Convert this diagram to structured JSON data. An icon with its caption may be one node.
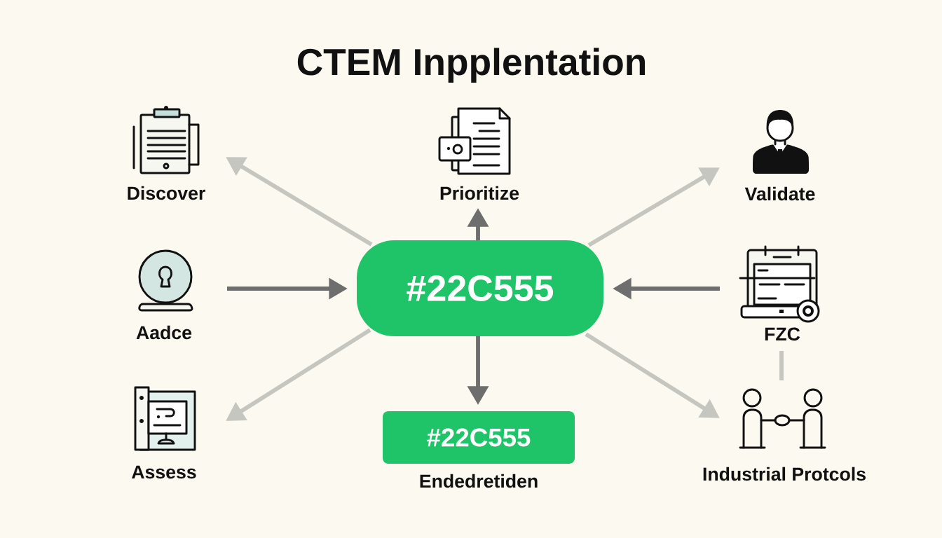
{
  "diagram": {
    "title": "CTEM Inpplentation",
    "nodes": [
      {
        "text": [
          "Discover"
        ]
      },
      {
        "text": [
          "Prioritize"
        ]
      },
      {
        "text": [
          "Validate"
        ]
      },
      {
        "text": [
          "Aadce"
        ]
      },
      {
        "text": [
          "#22C555"
        ]
      },
      {
        "text": [
          "FZC"
        ]
      },
      {
        "text": [
          "Assess"
        ]
      },
      {
        "text": [
          "#22C555"
        ],
        "beside": [
          "Endedretiden"
        ]
      },
      {
        "text": [
          "Industrial Protcols"
        ]
      }
    ],
    "edges": [
      {
        "from": 4,
        "to": 0,
        "arrow": "to"
      },
      {
        "from": 4,
        "to": 1,
        "arrow": "to",
        "color": "#6e6e6e"
      },
      {
        "from": 4,
        "to": 2,
        "arrow": "to"
      },
      {
        "from": 3,
        "to": 4,
        "arrow": "to",
        "color": "#6e6e6e"
      },
      {
        "from": 5,
        "to": 4,
        "arrow": "to",
        "color": "#6e6e6e"
      },
      {
        "from": 4,
        "to": 6,
        "arrow": "to"
      },
      {
        "from": 4,
        "to": 7,
        "arrow": "to",
        "color": "#6e6e6e"
      },
      {
        "from": 4,
        "to": 8,
        "arrow": "to"
      },
      {
        "from": 5,
        "to": 8,
        "arrow": "none"
      }
    ]
  }
}
